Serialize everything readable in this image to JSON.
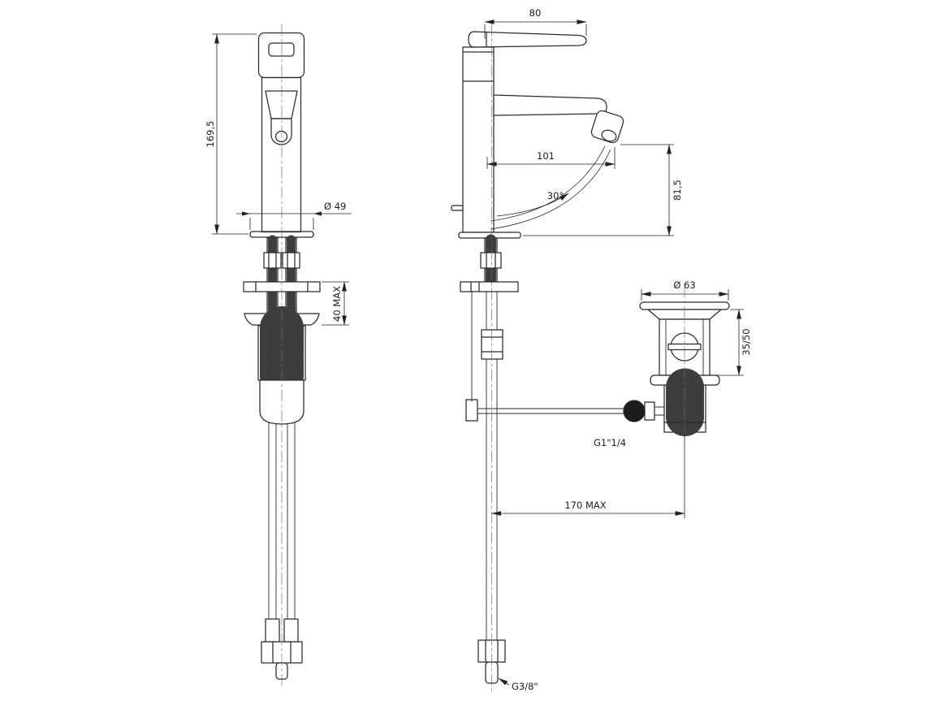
{
  "drawing": {
    "background": "#ffffff",
    "line_color": "#2b2b2b",
    "dims": {
      "lever_length": "80",
      "total_height": "169,5",
      "base_diameter": "Ø 49",
      "spout_reach": "101",
      "stream_angle": "30°",
      "spout_height": "81,5",
      "deck_thickness_max": "40 MAX",
      "drain_flange_diameter": "Ø 63",
      "drain_body_height": "35/50",
      "drain_thread": "G1\"1/4",
      "rod_reach_max": "170 MAX",
      "supply_thread": "G3/8\""
    }
  }
}
